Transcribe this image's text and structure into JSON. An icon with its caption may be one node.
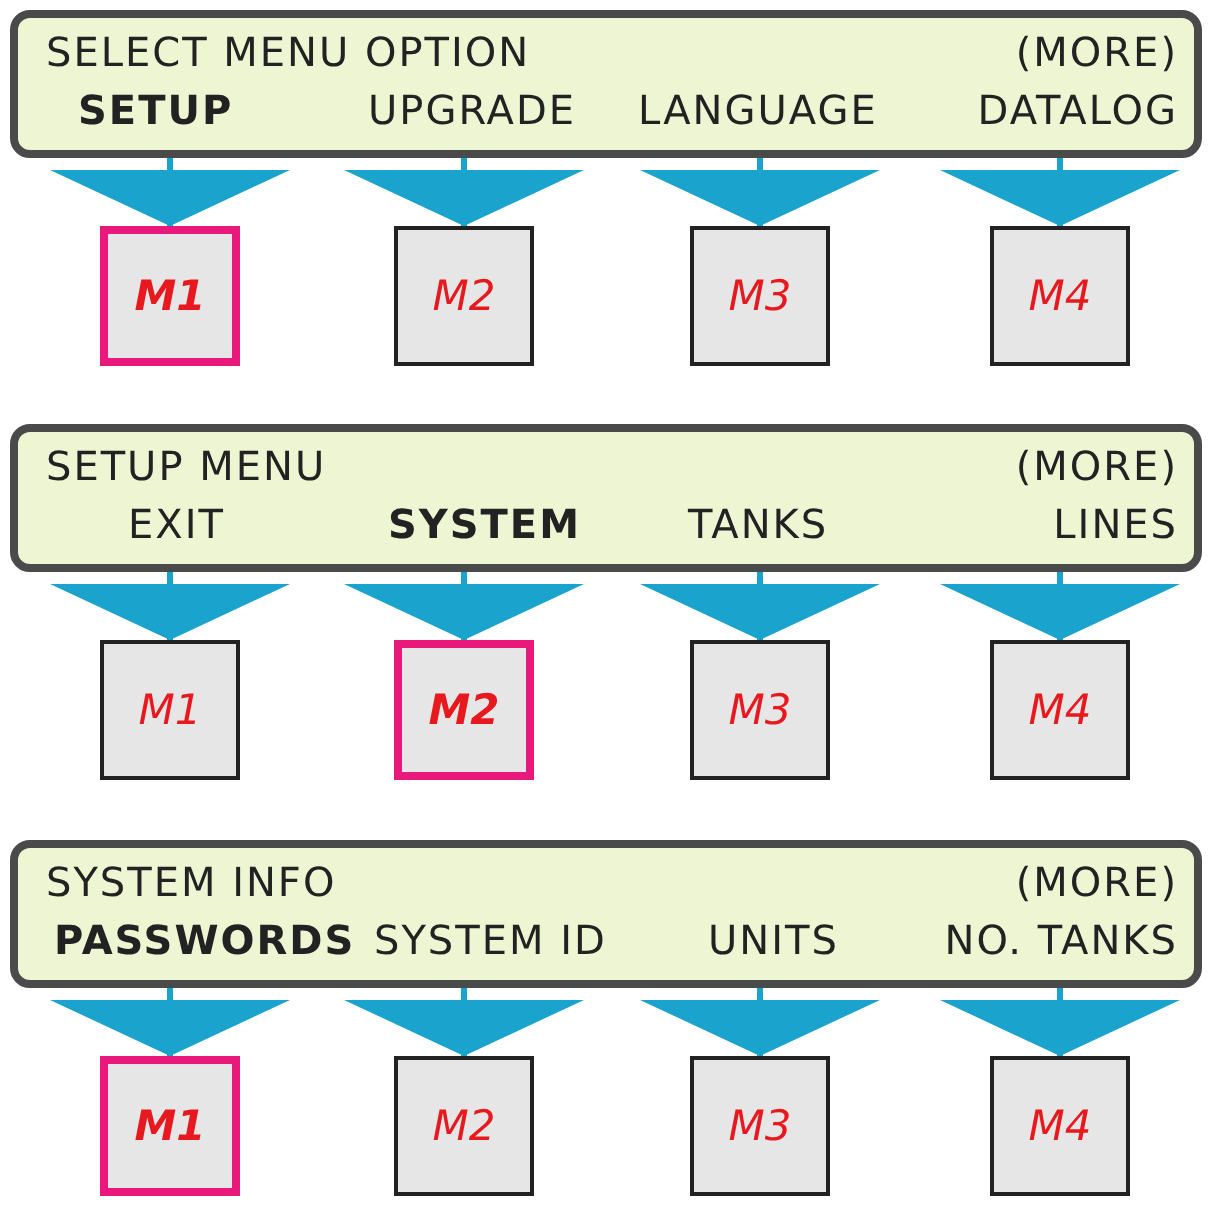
{
  "diagram": {
    "nodes": [
      {
        "text": [
          "SELECT MENU OPTION",
          "(MORE)",
          "SETUP",
          "UPGRADE",
          "LANGUAGE",
          "DATALOG"
        ]
      },
      {
        "text": [
          "M1"
        ]
      },
      {
        "text": [
          "M2"
        ]
      },
      {
        "text": [
          "M3"
        ]
      },
      {
        "text": [
          "M4"
        ]
      },
      {
        "text": [
          "SETUP MENU",
          "(MORE)",
          "EXIT",
          "SYSTEM",
          "TANKS",
          "LINES"
        ]
      },
      {
        "text": [
          "M1"
        ]
      },
      {
        "text": [
          "M2"
        ]
      },
      {
        "text": [
          "M3"
        ]
      },
      {
        "text": [
          "M4"
        ]
      },
      {
        "text": [
          "SYSTEM INFO",
          "(MORE)",
          "PASSWORDS",
          "SYSTEM ID",
          "UNITS",
          "NO. TANKS"
        ]
      },
      {
        "text": [
          "M1"
        ]
      },
      {
        "text": [
          "M2"
        ]
      },
      {
        "text": [
          "M3"
        ]
      },
      {
        "text": [
          "M4"
        ]
      }
    ],
    "edges": [
      {
        "from": 0,
        "to": 1,
        "arrow": "to"
      },
      {
        "from": 0,
        "to": 2,
        "arrow": "to"
      },
      {
        "from": 0,
        "to": 3,
        "arrow": "to"
      },
      {
        "from": 0,
        "to": 4,
        "arrow": "to"
      },
      {
        "from": 5,
        "to": 6,
        "arrow": "to"
      },
      {
        "from": 5,
        "to": 7,
        "arrow": "to"
      },
      {
        "from": 5,
        "to": 8,
        "arrow": "to"
      },
      {
        "from": 5,
        "to": 9,
        "arrow": "to"
      },
      {
        "from": 10,
        "to": 11,
        "arrow": "to"
      },
      {
        "from": 10,
        "to": 12,
        "arrow": "to"
      },
      {
        "from": 10,
        "to": 13,
        "arrow": "to"
      },
      {
        "from": 10,
        "to": 14,
        "arrow": "to"
      }
    ]
  }
}
